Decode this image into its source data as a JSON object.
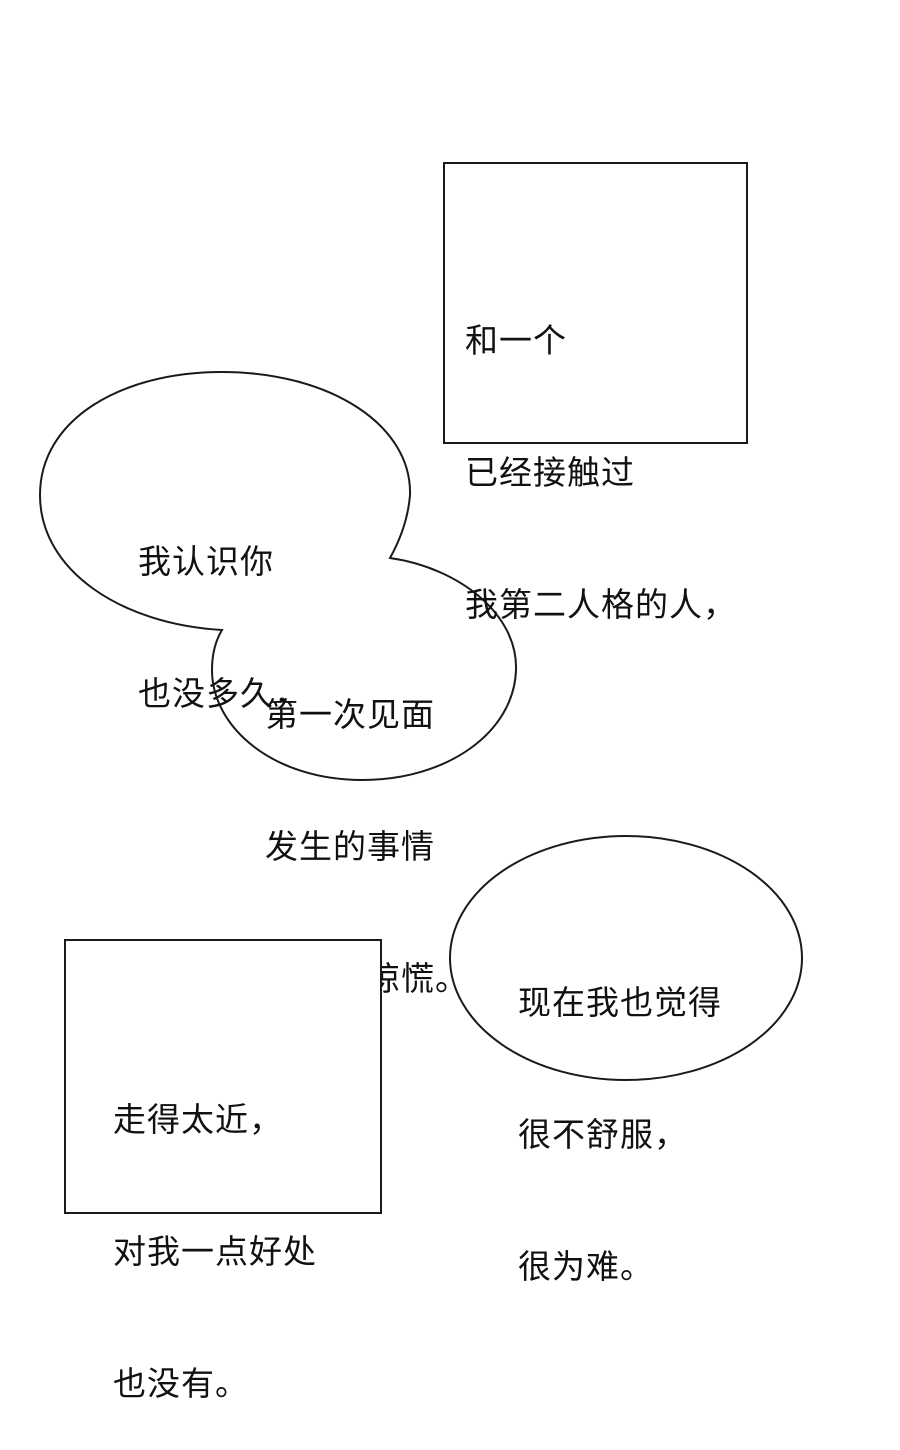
{
  "panels": {
    "top_caption": {
      "lines": [
        "和一个",
        "已经接触过",
        "我第二人格的人，"
      ]
    },
    "left_bubble": {
      "part1_lines": [
        "我认识你",
        "也没多久，"
      ],
      "part2_lines": [
        "第一次见面",
        "发生的事情",
        "让我很惊慌。"
      ]
    },
    "right_bubble": {
      "lines": [
        "现在我也觉得",
        "很不舒服，",
        "很为难。"
      ]
    },
    "bottom_caption": {
      "lines": [
        "走得太近，",
        "对我一点好处",
        "也没有。"
      ]
    }
  },
  "colors": {
    "outline": "#1a1a1a",
    "background": "#ffffff",
    "text": "#111111"
  }
}
